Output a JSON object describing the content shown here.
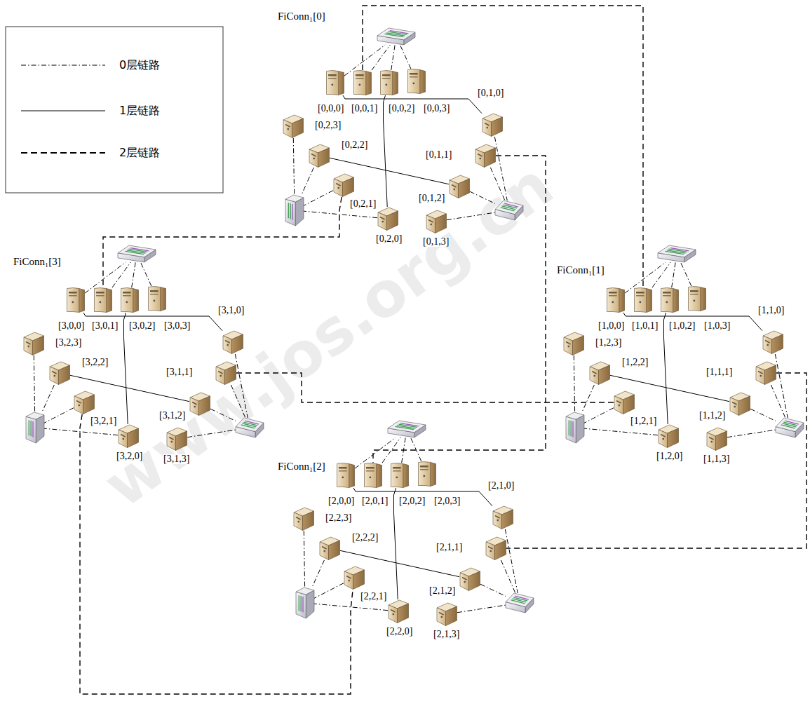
{
  "diagram": {
    "nodes": [
      {
        "text": [
          "[0,0,0]"
        ]
      },
      {
        "text": [
          "[0,0,1]"
        ]
      },
      {
        "text": [
          "[0,0,2]"
        ]
      },
      {
        "text": [
          "[0,0,3]"
        ]
      },
      {
        "text": [
          "[0,1,0]"
        ]
      },
      {
        "text": [
          "[0,1,1]"
        ]
      },
      {
        "text": [
          "[0,1,2]"
        ]
      },
      {
        "text": [
          "[0,1,3]"
        ]
      },
      {
        "text": [
          "[0,2,0]"
        ]
      },
      {
        "text": [
          "[0,2,1]"
        ]
      },
      {
        "text": [
          "[0,2,2]"
        ]
      },
      {
        "text": [
          "[0,2,3]"
        ]
      },
      {
        "text": [
          "[3,0,0]"
        ]
      },
      {
        "text": [
          "[3,0,1]"
        ]
      },
      {
        "text": [
          "[3,0,2]"
        ]
      },
      {
        "text": [
          "[3,0,3]"
        ]
      },
      {
        "text": [
          "[3,1,0]"
        ]
      },
      {
        "text": [
          "[3,1,1]"
        ]
      },
      {
        "text": [
          "[3,1,2]"
        ]
      },
      {
        "text": [
          "[3,1,3]"
        ]
      },
      {
        "text": [
          "[3,2,0]"
        ]
      },
      {
        "text": [
          "[3,2,1]"
        ]
      },
      {
        "text": [
          "[3,2,2]"
        ]
      },
      {
        "text": [
          "[3,2,3]"
        ]
      },
      {
        "text": [
          "[1,0,0]"
        ]
      },
      {
        "text": [
          "[1,0,1]"
        ]
      },
      {
        "text": [
          "[1,0,2]"
        ]
      },
      {
        "text": [
          "[1,0,3]"
        ]
      },
      {
        "text": [
          "[1,1,0]"
        ]
      },
      {
        "text": [
          "[1,1,1]"
        ]
      },
      {
        "text": [
          "[1,1,2]"
        ]
      },
      {
        "text": [
          "[1,1,3]"
        ]
      },
      {
        "text": [
          "[1,2,0]"
        ]
      },
      {
        "text": [
          "[1,2,1]"
        ]
      },
      {
        "text": [
          "[1,2,2]"
        ]
      },
      {
        "text": [
          "[1,2,3]"
        ]
      },
      {
        "text": [
          "[2,0,0]"
        ]
      },
      {
        "text": [
          "[2,0,1]"
        ]
      },
      {
        "text": [
          "[2,0,2]"
        ]
      },
      {
        "text": [
          "[2,0,3]"
        ]
      },
      {
        "text": [
          "[2,1,0]"
        ]
      },
      {
        "text": [
          "[2,1,1]"
        ]
      },
      {
        "text": [
          "[2,1,2]"
        ]
      },
      {
        "text": [
          "[2,1,3]"
        ]
      },
      {
        "text": [
          "[2,2,0]"
        ]
      },
      {
        "text": [
          "[2,2,1]"
        ]
      },
      {
        "text": [
          "[2,2,2]"
        ]
      },
      {
        "text": [
          "[2,2,3]"
        ]
      }
    ],
    "edges": [
      {
        "from": 0,
        "to": 4,
        "arrow": "none"
      },
      {
        "from": 2,
        "to": 8,
        "arrow": "none"
      },
      {
        "from": 10,
        "to": 6,
        "arrow": "none"
      },
      {
        "from": 12,
        "to": 16,
        "arrow": "none"
      },
      {
        "from": 14,
        "to": 20,
        "arrow": "none"
      },
      {
        "from": 22,
        "to": 18,
        "arrow": "none"
      },
      {
        "from": 24,
        "to": 28,
        "arrow": "none"
      },
      {
        "from": 26,
        "to": 32,
        "arrow": "none"
      },
      {
        "from": 34,
        "to": 30,
        "arrow": "none"
      },
      {
        "from": 36,
        "to": 40,
        "arrow": "none"
      },
      {
        "from": 38,
        "to": 44,
        "arrow": "none"
      },
      {
        "from": 46,
        "to": 42,
        "arrow": "none"
      },
      {
        "from": 1,
        "to": 25,
        "arrow": "none"
      },
      {
        "from": 5,
        "to": 37,
        "arrow": "none"
      },
      {
        "from": 9,
        "to": 13,
        "arrow": "none"
      },
      {
        "from": 29,
        "to": 41,
        "arrow": "none"
      },
      {
        "from": 17,
        "to": 33,
        "arrow": "none"
      },
      {
        "from": 21,
        "to": 45,
        "arrow": "none"
      }
    ],
    "labels": [
      "FiConn₁[0]",
      "FiConn₁[3]",
      "FiConn₁[1]",
      "FiConn₁[2]",
      "www.jos.org.cn"
    ],
    "legend": [
      {
        "text": "0层链路"
      },
      {
        "text": "1层链路"
      },
      {
        "text": "2层链路"
      }
    ]
  }
}
